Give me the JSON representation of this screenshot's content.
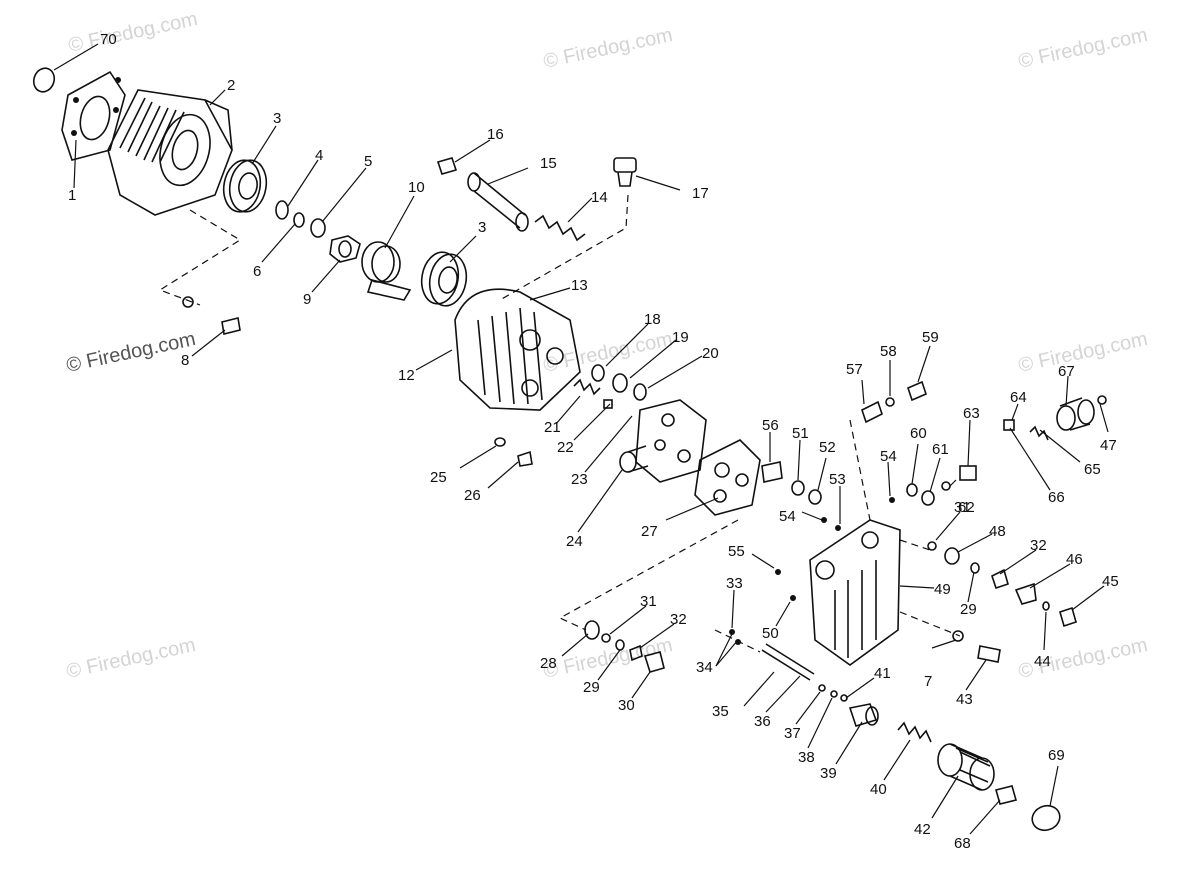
{
  "watermark": "© Firedog.com",
  "callouts": [
    {
      "id": "c70",
      "text": "70"
    },
    {
      "id": "c1",
      "text": "1"
    },
    {
      "id": "c2",
      "text": "2"
    },
    {
      "id": "c3a",
      "text": "3"
    },
    {
      "id": "c4",
      "text": "4"
    },
    {
      "id": "c5",
      "text": "5"
    },
    {
      "id": "c6",
      "text": "6"
    },
    {
      "id": "c8",
      "text": "8"
    },
    {
      "id": "c9",
      "text": "9"
    },
    {
      "id": "c10",
      "text": "10"
    },
    {
      "id": "c3b",
      "text": "3"
    },
    {
      "id": "c16",
      "text": "16"
    },
    {
      "id": "c15",
      "text": "15"
    },
    {
      "id": "c14",
      "text": "14"
    },
    {
      "id": "c17",
      "text": "17"
    },
    {
      "id": "c13",
      "text": "13"
    },
    {
      "id": "c12",
      "text": "12"
    },
    {
      "id": "c18",
      "text": "18"
    },
    {
      "id": "c19",
      "text": "19"
    },
    {
      "id": "c20",
      "text": "20"
    },
    {
      "id": "c21",
      "text": "21"
    },
    {
      "id": "c22",
      "text": "22"
    },
    {
      "id": "c23",
      "text": "23"
    },
    {
      "id": "c25",
      "text": "25"
    },
    {
      "id": "c26",
      "text": "26"
    },
    {
      "id": "c24",
      "text": "24"
    },
    {
      "id": "c27",
      "text": "27"
    },
    {
      "id": "c56",
      "text": "56"
    },
    {
      "id": "c51",
      "text": "51"
    },
    {
      "id": "c52",
      "text": "52"
    },
    {
      "id": "c53",
      "text": "53"
    },
    {
      "id": "c54a",
      "text": "54"
    },
    {
      "id": "c54b",
      "text": "54"
    },
    {
      "id": "c57",
      "text": "57"
    },
    {
      "id": "c58",
      "text": "58"
    },
    {
      "id": "c59",
      "text": "59"
    },
    {
      "id": "c60",
      "text": "60"
    },
    {
      "id": "c61",
      "text": "61"
    },
    {
      "id": "c63",
      "text": "63"
    },
    {
      "id": "c62",
      "text": "62"
    },
    {
      "id": "c64",
      "text": "64"
    },
    {
      "id": "c67",
      "text": "67"
    },
    {
      "id": "c47",
      "text": "47"
    },
    {
      "id": "c65",
      "text": "65"
    },
    {
      "id": "c66",
      "text": "66"
    },
    {
      "id": "c31a",
      "text": "31"
    },
    {
      "id": "c48",
      "text": "48"
    },
    {
      "id": "c32a",
      "text": "32"
    },
    {
      "id": "c46",
      "text": "46"
    },
    {
      "id": "c45",
      "text": "45"
    },
    {
      "id": "c29a",
      "text": "29"
    },
    {
      "id": "c49",
      "text": "49"
    },
    {
      "id": "c55",
      "text": "55"
    },
    {
      "id": "c50",
      "text": "50"
    },
    {
      "id": "c33",
      "text": "33"
    },
    {
      "id": "c34",
      "text": "34"
    },
    {
      "id": "c31b",
      "text": "31"
    },
    {
      "id": "c32b",
      "text": "32"
    },
    {
      "id": "c28",
      "text": "28"
    },
    {
      "id": "c29b",
      "text": "29"
    },
    {
      "id": "c30",
      "text": "30"
    },
    {
      "id": "c35",
      "text": "35"
    },
    {
      "id": "c36",
      "text": "36"
    },
    {
      "id": "c37",
      "text": "37"
    },
    {
      "id": "c38",
      "text": "38"
    },
    {
      "id": "c41",
      "text": "41"
    },
    {
      "id": "c39",
      "text": "39"
    },
    {
      "id": "c40",
      "text": "40"
    },
    {
      "id": "c7",
      "text": "7"
    },
    {
      "id": "c43",
      "text": "43"
    },
    {
      "id": "c44",
      "text": "44"
    },
    {
      "id": "c42",
      "text": "42"
    },
    {
      "id": "c68",
      "text": "68"
    },
    {
      "id": "c69",
      "text": "69"
    }
  ]
}
